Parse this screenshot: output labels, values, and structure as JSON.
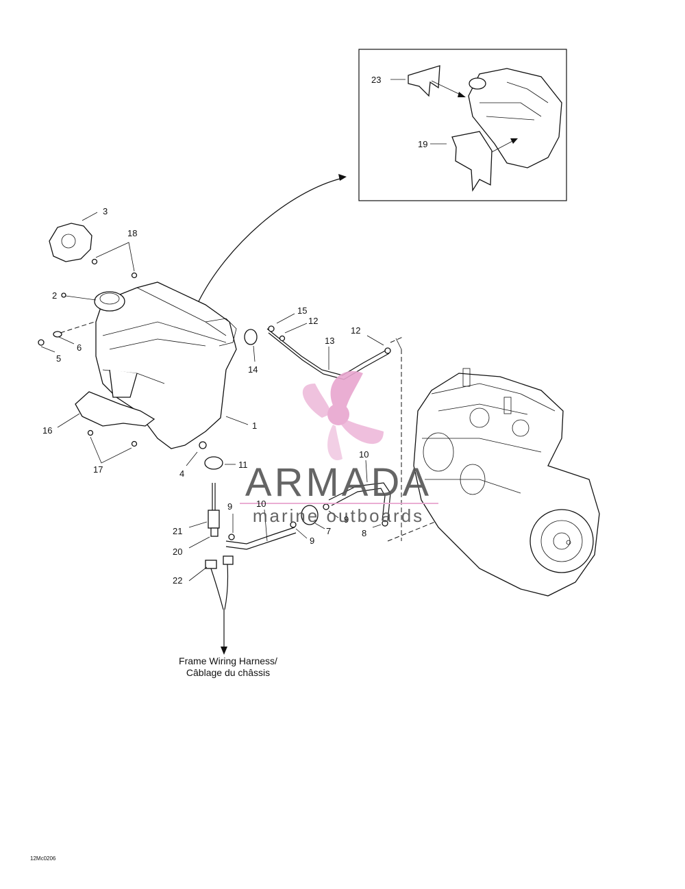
{
  "labels": {
    "l1": "1",
    "l2": "2",
    "l3": "3",
    "l4": "4",
    "l5": "5",
    "l6": "6",
    "l7": "7",
    "l8": "8",
    "l9a": "9",
    "l9b": "9",
    "l9c": "9",
    "l10a": "10",
    "l10b": "10",
    "l11": "11",
    "l12a": "12",
    "l12b": "12",
    "l13": "13",
    "l14": "14",
    "l15": "15",
    "l16": "16",
    "l17": "17",
    "l18": "18",
    "l19": "19",
    "l20": "20",
    "l21": "21",
    "l22": "22",
    "l23": "23"
  },
  "caption": {
    "line1": "Frame Wiring Harness/",
    "line2": "Câblage du châssis"
  },
  "watermark": {
    "brand": "ARMADA",
    "tagline": "marine outboards",
    "color": "#e8a6cf"
  },
  "reference_code": "12Mc0206"
}
